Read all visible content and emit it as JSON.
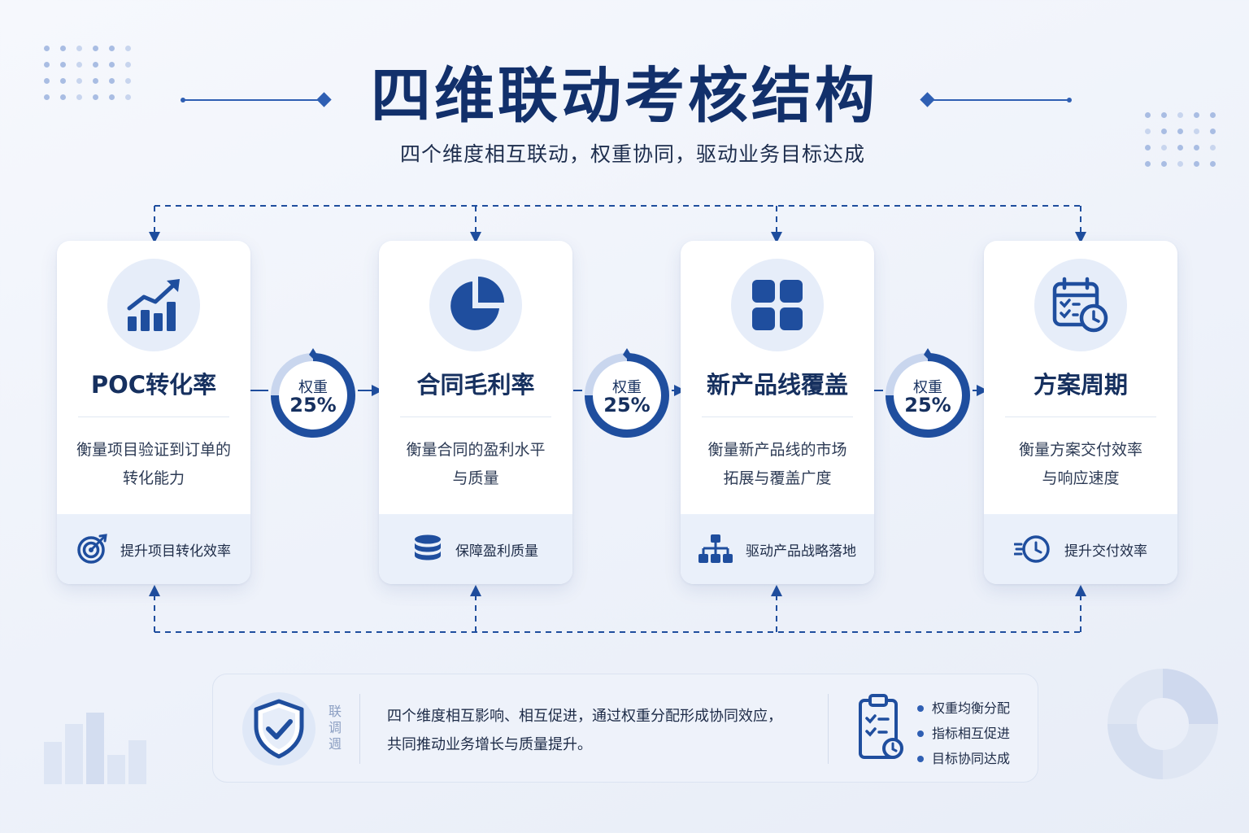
{
  "title": "四维联动考核结构",
  "subtitle": "四个维度相互联动，权重协同，驱动业务目标达成",
  "colors": {
    "primary": "#1f4e9e",
    "accent": "#2f5fb3",
    "light": "#e6edf9"
  },
  "cards": [
    {
      "icon": "trend-chart-icon",
      "title": "POC转化率",
      "desc": [
        "衡量项目验证到订单的",
        "转化能力"
      ],
      "foot_icon": "target-icon",
      "foot": "提升项目转化效率"
    },
    {
      "icon": "pie-chart-icon",
      "title": "合同毛利率",
      "desc": [
        "衡量合同的盈利水平",
        "与质量"
      ],
      "foot_icon": "database-icon",
      "foot": "保障盈利质量"
    },
    {
      "icon": "grid-apps-icon",
      "title": "新产品线覆盖",
      "desc": [
        "衡量新产品线的市场",
        "拓展与覆盖广度"
      ],
      "foot_icon": "org-tree-icon",
      "foot": "驱动产品战略落地"
    },
    {
      "icon": "calendar-clock-icon",
      "title": "方案周期",
      "desc": [
        "衡量方案交付效率",
        "与响应速度"
      ],
      "foot_icon": "fast-clock-icon",
      "foot": "提升交付效率"
    }
  ],
  "weights": [
    {
      "label": "权重",
      "value": "25%"
    },
    {
      "label": "权重",
      "value": "25%"
    },
    {
      "label": "权重",
      "value": "25%"
    }
  ],
  "bottom": {
    "shield_icon": "shield-check-icon",
    "vertical_label": [
      "联",
      "调",
      "週"
    ],
    "text": [
      "四个维度相互影响、相互促进，通过权重分配形成协同效应，",
      "共同推动业务增长与质量提升。"
    ],
    "list_icon": "clipboard-checklist-icon",
    "list": [
      "权重均衡分配",
      "指标相互促进",
      "目标协同达成"
    ]
  }
}
